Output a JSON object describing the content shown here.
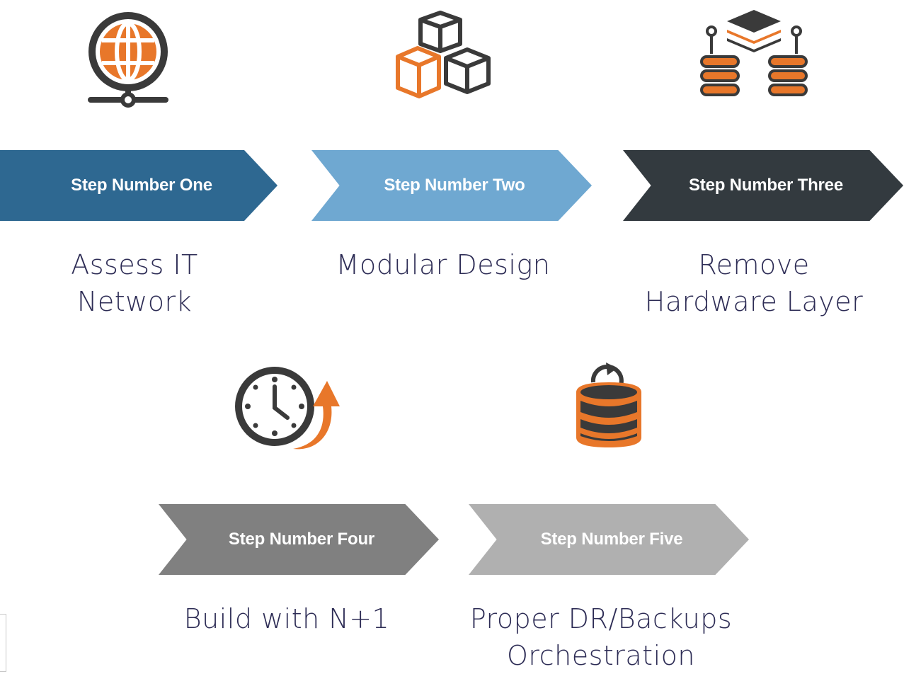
{
  "steps": [
    {
      "label": "Step Number One",
      "desc_lines": [
        "Assess IT",
        "Network"
      ],
      "icon": "globe-network-icon"
    },
    {
      "label": "Step Number Two",
      "desc_lines": [
        "Modular Design"
      ],
      "icon": "cubes-icon"
    },
    {
      "label": "Step Number Three",
      "desc_lines": [
        "Remove",
        "Hardware Layer"
      ],
      "icon": "server-layers-icon"
    },
    {
      "label": "Step Number Four",
      "desc_lines": [
        "Build with N+1"
      ],
      "icon": "clock-arrow-icon"
    },
    {
      "label": "Step Number Five",
      "desc_lines": [
        "Proper DR/Backups",
        "Orchestration"
      ],
      "icon": "database-refresh-icon"
    }
  ],
  "colors": {
    "step1": "#2e6891",
    "step2": "#6fa8d1",
    "step3": "#333a3f",
    "step4": "#808080",
    "step5": "#b0b0b0",
    "accent_orange": "#e8772a",
    "icon_dark": "#3a3a3a",
    "description_text": "#2d2c55"
  }
}
